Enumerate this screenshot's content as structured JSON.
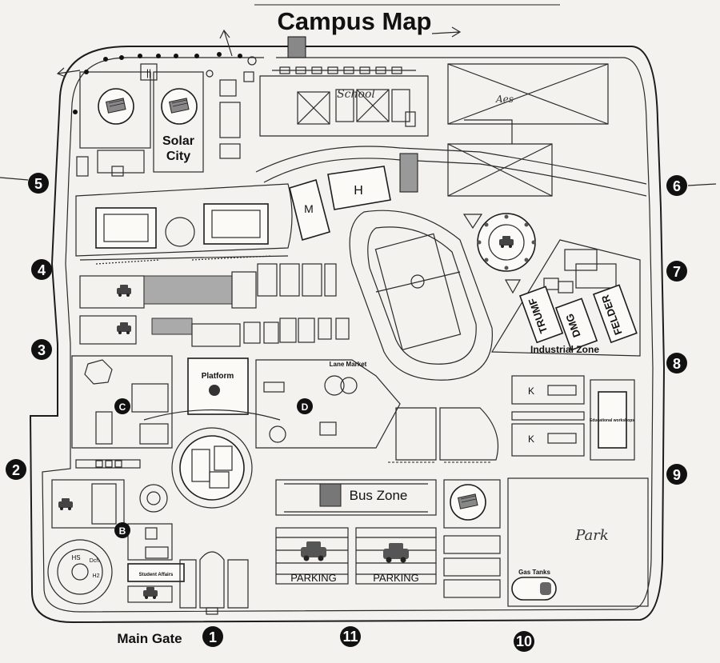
{
  "title": "Campus Map",
  "places": {
    "solar_city": [
      "Solar",
      "City"
    ],
    "school": "School",
    "building_m": "M",
    "helipad": "H",
    "platform": "Platform",
    "lane_market": "Lane Market",
    "bus_zone": "Bus Zone",
    "parking": [
      "PARKING",
      "PARKING"
    ],
    "industrial_zone": "Industrial Zone",
    "trumf": "TRUMF",
    "dmg": "DMG",
    "felder": "FELDER",
    "park": "Park",
    "gas_tanks": "Gas Tanks",
    "educational_workshops": "Educational workshops",
    "student_affairs": "Student Affairs",
    "main_gate": "Main Gate"
  },
  "zones": [
    "B",
    "C",
    "D"
  ],
  "gates": [
    "1",
    "2",
    "3",
    "4",
    "5",
    "6",
    "7",
    "8",
    "9",
    "10",
    "11"
  ],
  "icons": {
    "solar": "solar-panel-icon",
    "car": "car-icon",
    "parking": "parking-icon"
  }
}
